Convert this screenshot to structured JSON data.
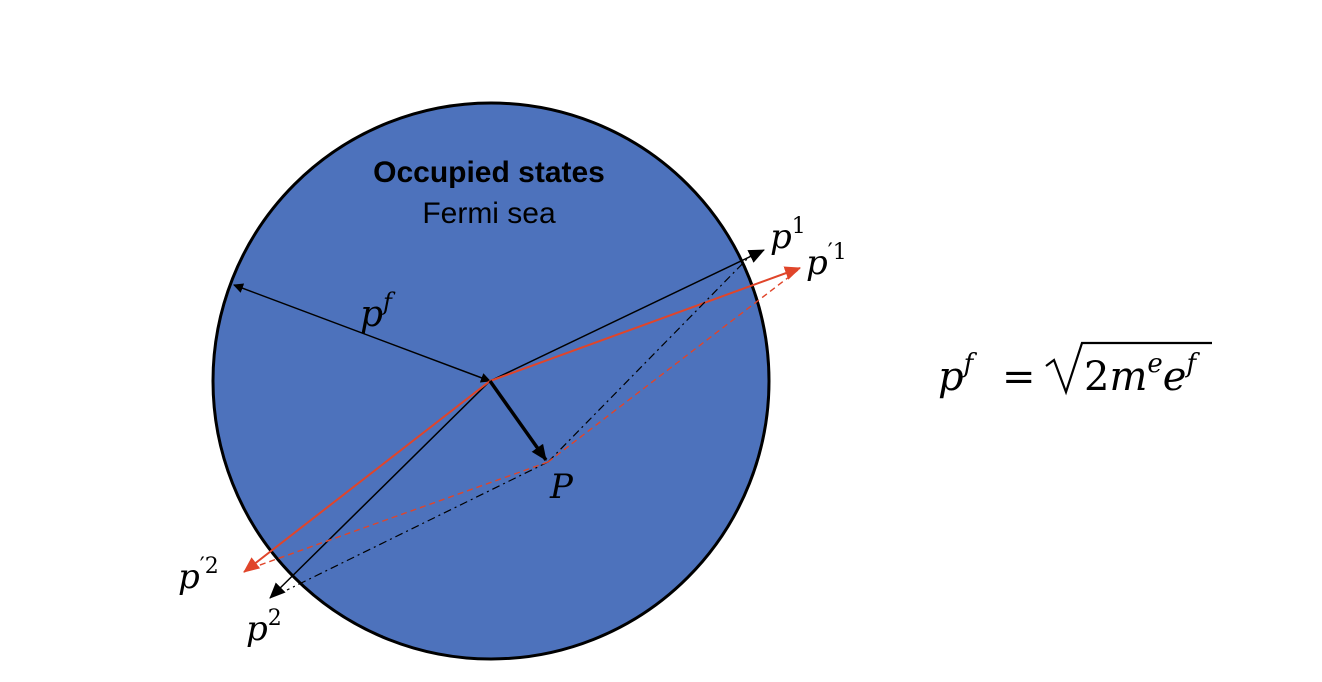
{
  "sea": {
    "title": "Occupied states",
    "subtitle": "Fermi sea"
  },
  "labels": {
    "fermi_p": "p",
    "fermi_sup": "f",
    "P": "P",
    "p1_base": "p",
    "p1_sup": "1",
    "p1prime_base": "p",
    "p1prime_sup": "′1",
    "p2_base": "p",
    "p2_sup": "2",
    "p2prime_base": "p",
    "p2prime_sup": "′2"
  },
  "equation": {
    "lhs_base": "p",
    "lhs_sup": "f",
    "equals": "=",
    "radicand_coeff": "2",
    "m": "m",
    "m_sup": "e",
    "e": "e",
    "e_sup": "f"
  },
  "colors": {
    "sea_fill": "#4d72bc",
    "outline": "#000000",
    "red_arrow": "#e0452a",
    "ink": "#000000"
  }
}
